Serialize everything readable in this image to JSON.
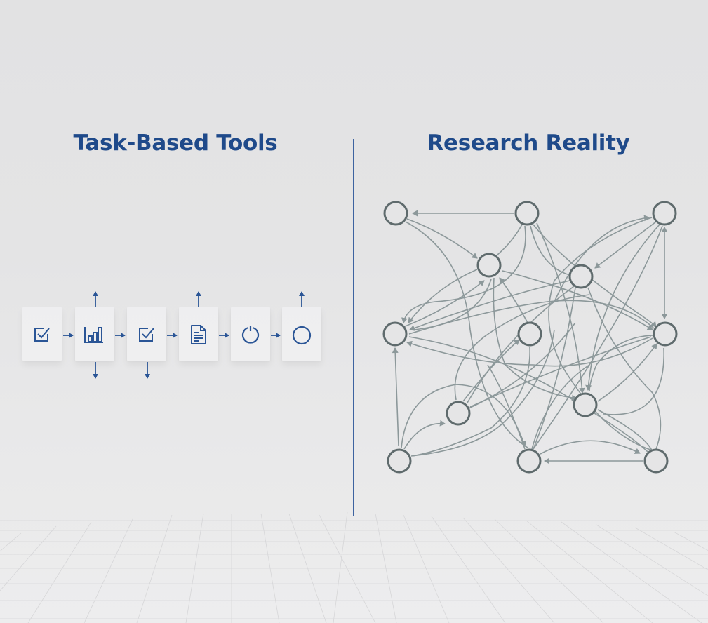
{
  "left_panel": {
    "title": "Task-Based Tools",
    "steps": [
      {
        "icon": "checkbox-icon",
        "arrows": []
      },
      {
        "icon": "bar-chart-icon",
        "arrows": [
          "up",
          "down"
        ]
      },
      {
        "icon": "checkbox-icon",
        "arrows": [
          "down"
        ]
      },
      {
        "icon": "document-icon",
        "arrows": [
          "up"
        ]
      },
      {
        "icon": "refresh-icon",
        "arrows": []
      },
      {
        "icon": "circle-icon",
        "arrows": [
          "up"
        ]
      }
    ]
  },
  "right_panel": {
    "title": "Research Reality",
    "node_count": 13
  },
  "colors": {
    "accent": "#1f4a8a",
    "icon": "#2a5596",
    "divider": "#3d63a0",
    "node_stroke": "#5f6b6d",
    "edge": "#8c989a",
    "background": "#e3e3e4"
  }
}
